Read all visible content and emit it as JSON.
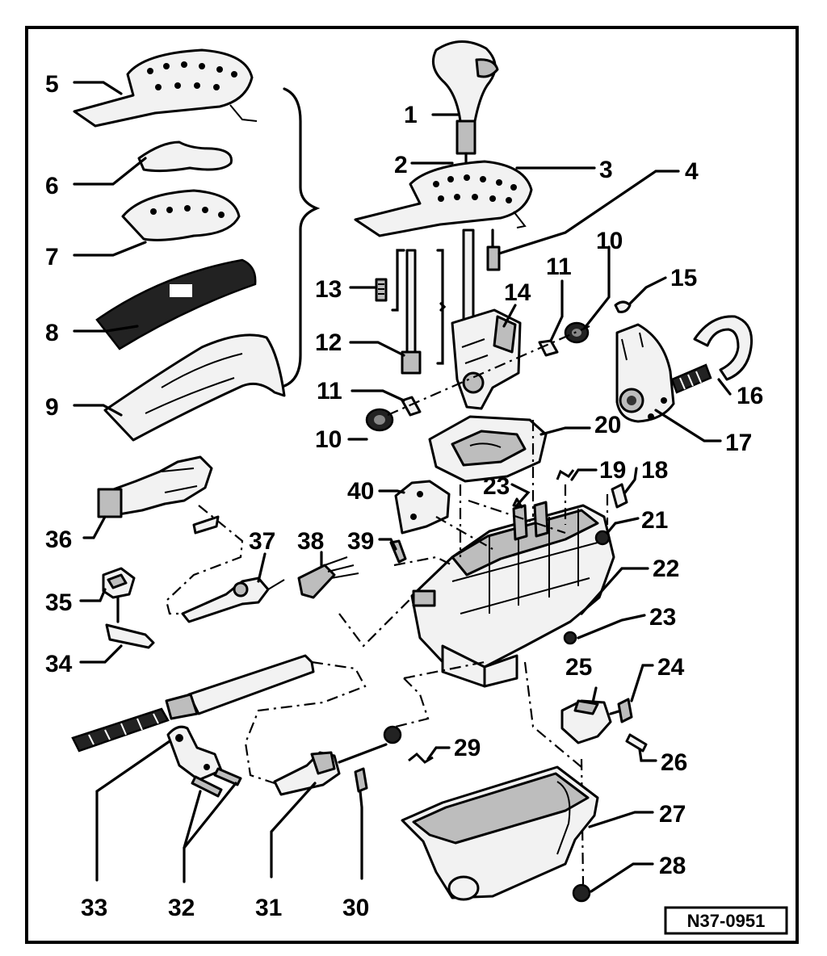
{
  "reference_code": "N37-0951",
  "labels": [
    "1",
    "2",
    "3",
    "4",
    "5",
    "6",
    "7",
    "8",
    "9",
    "10",
    "10",
    "11",
    "11",
    "12",
    "13",
    "14",
    "15",
    "16",
    "17",
    "18",
    "19",
    "20",
    "21",
    "22",
    "23",
    "23",
    "24",
    "25",
    "26",
    "27",
    "28",
    "29",
    "30",
    "31",
    "32",
    "33",
    "34",
    "35",
    "36",
    "37",
    "38",
    "39",
    "40"
  ]
}
